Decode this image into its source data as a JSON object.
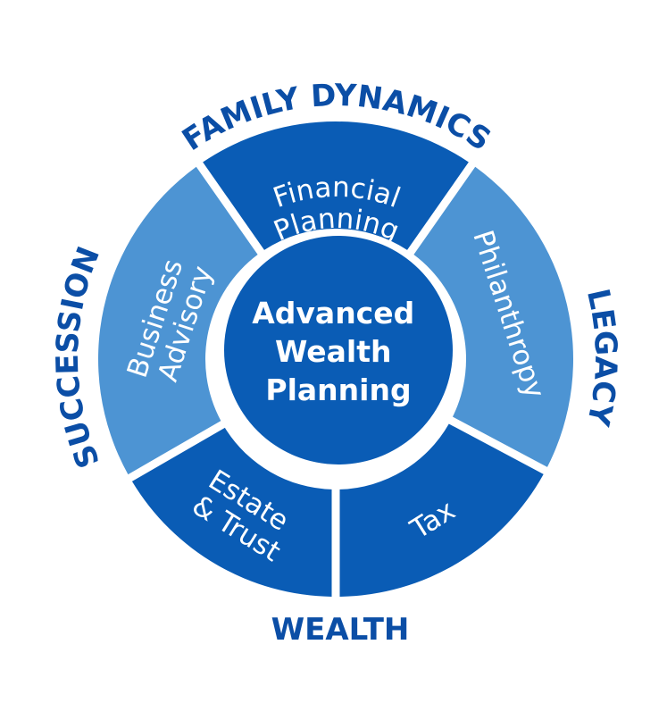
{
  "colors": {
    "dark": "#0a5cb5",
    "light": "#4d94d3",
    "outer_text": "#0b4ea6"
  },
  "center": {
    "lines": [
      "Advanced",
      "Wealth",
      "Planning"
    ]
  },
  "segments": [
    {
      "id": "financial-planning",
      "lines": [
        "Financial",
        "Planning"
      ],
      "tone": "dark"
    },
    {
      "id": "philanthropy",
      "lines": [
        "Philanthropy"
      ],
      "tone": "light"
    },
    {
      "id": "tax",
      "lines": [
        "Tax"
      ],
      "tone": "dark"
    },
    {
      "id": "estate-trust",
      "lines": [
        "Estate",
        "& Trust"
      ],
      "tone": "dark"
    },
    {
      "id": "business-advisory",
      "lines": [
        "Business",
        "Advisory"
      ],
      "tone": "light"
    }
  ],
  "outer_labels": {
    "top": "FAMILY DYNAMICS",
    "right": "LEGACY",
    "bottom": "WEALTH",
    "left": "SUCCESSION"
  }
}
